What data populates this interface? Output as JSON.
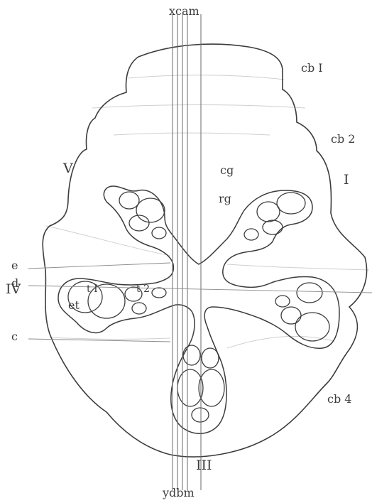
{
  "figure": {
    "top_label": "xcam",
    "bottom_label": "ydbm",
    "labels": {
      "cb1": "cb I",
      "cb2": "cb 2",
      "cb4": "cb 4",
      "roman_V": "V",
      "roman_I": "I",
      "roman_IV": "IV",
      "roman_III": "III",
      "cg": "cg",
      "rg": "rg",
      "e": "e",
      "d": "d",
      "c": "c",
      "t1": "t I",
      "t2": "t 2",
      "et": "et"
    },
    "colors": {
      "ink": "#3c3c3c",
      "faint": "#9a9a9a",
      "background": "#ffffff"
    }
  }
}
